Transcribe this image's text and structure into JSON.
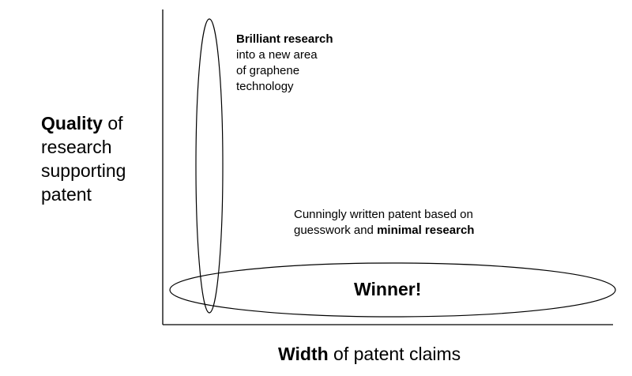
{
  "y_axis": {
    "label_bold": "Quality",
    "label_rest_1": " of",
    "label_line_2": "research",
    "label_line_3": "supporting",
    "label_line_4": "patent"
  },
  "x_axis": {
    "label_bold": "Width",
    "label_rest": " of patent claims"
  },
  "annotations": {
    "brilliant": {
      "bold": "Brilliant research",
      "line_2": "into a new area",
      "line_3": "of graphene",
      "line_4": "technology"
    },
    "cunning": {
      "line_1": "Cunningly written patent based on",
      "line_2_prefix": "guesswork and ",
      "line_2_bold": "minimal research"
    },
    "winner": "Winner!"
  },
  "colors": {
    "stroke": "#000000",
    "background": "#ffffff"
  }
}
